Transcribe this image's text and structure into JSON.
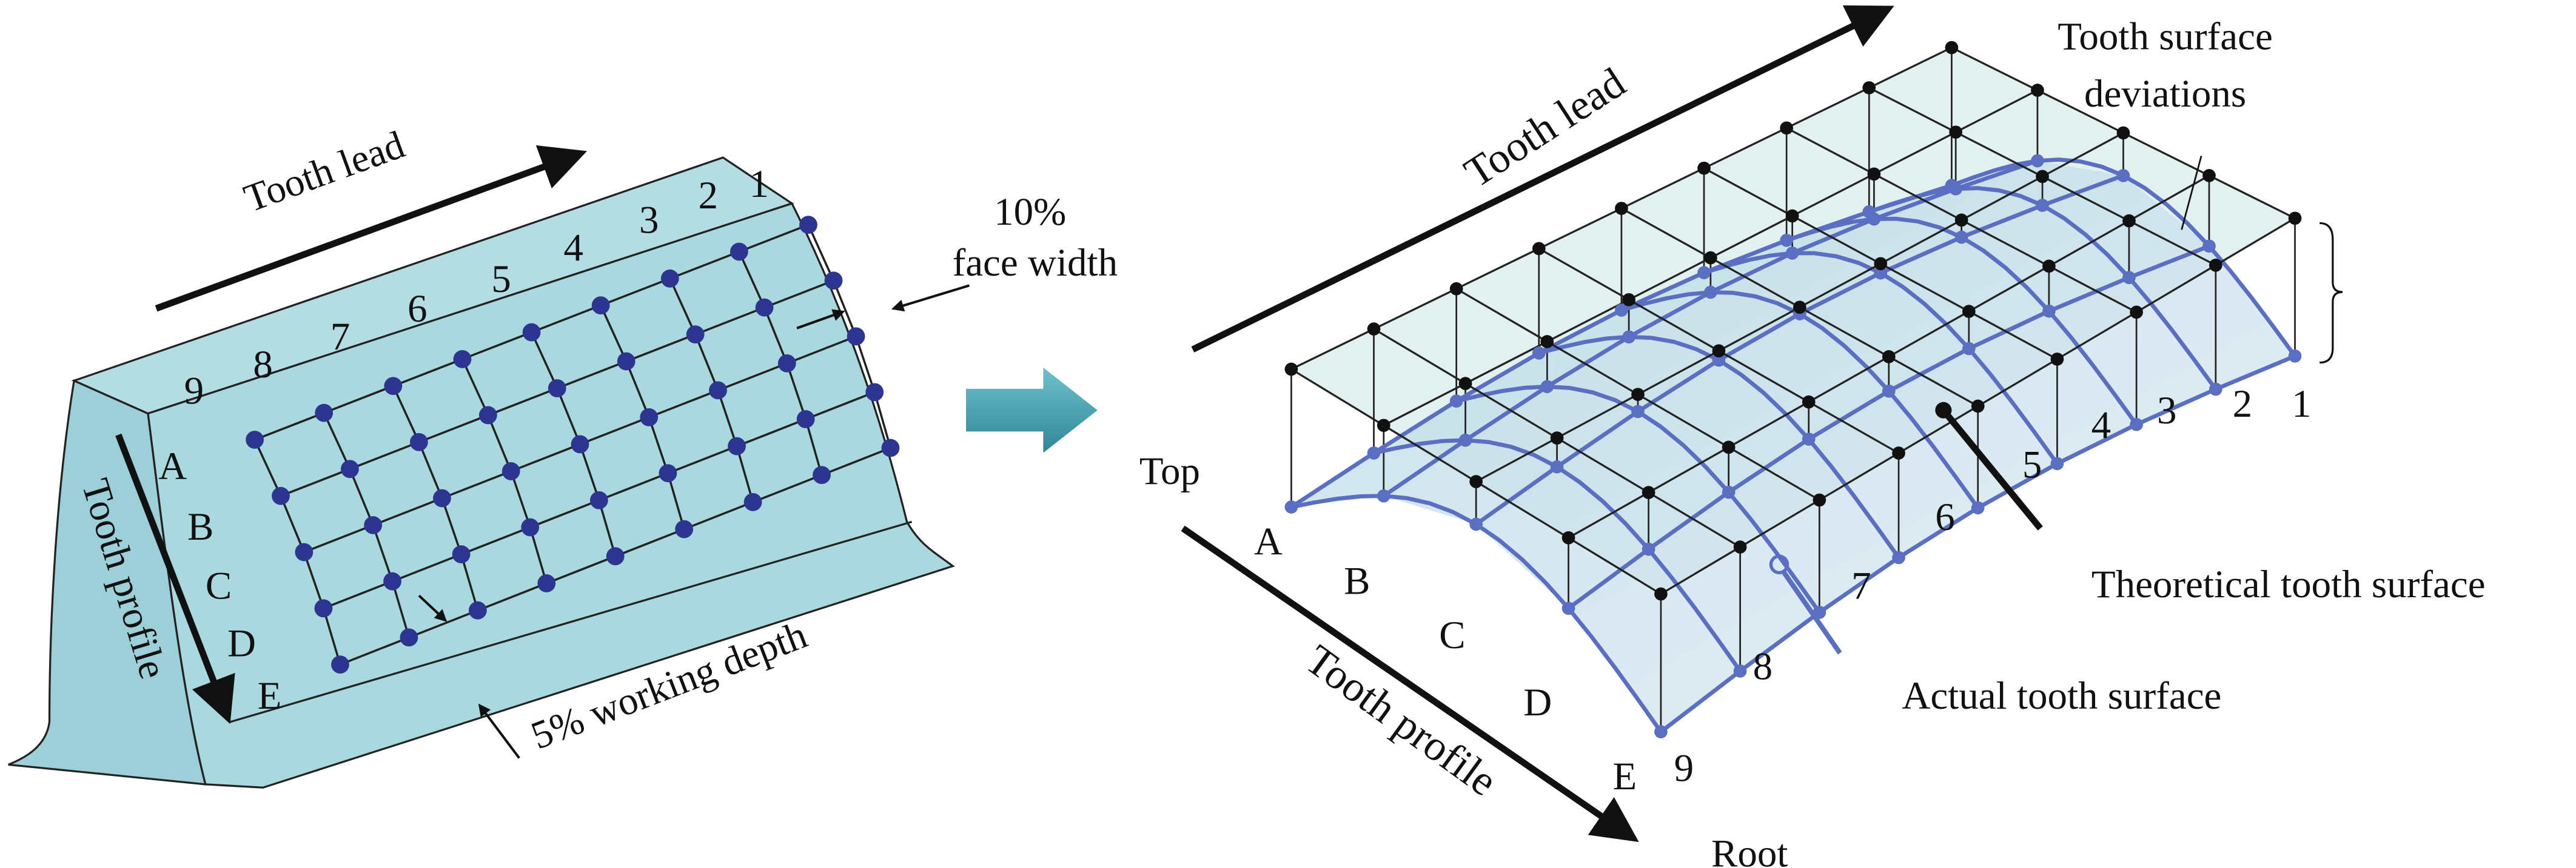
{
  "left": {
    "tooth_lead": "Tooth lead",
    "tooth_profile": "Tooth profile",
    "face_width_pct": "10%",
    "face_width": "face width",
    "working_depth": "5% working depth",
    "lead_numbers": [
      "9",
      "8",
      "7",
      "6",
      "5",
      "4",
      "3",
      "2",
      "1"
    ],
    "profile_letters": [
      "A",
      "B",
      "C",
      "D",
      "E"
    ]
  },
  "right": {
    "tooth_lead": "Tooth lead",
    "tooth_profile": "Tooth profile",
    "top": "Top",
    "root": "Root",
    "deviations_line1": "Tooth surface",
    "deviations_line2": "deviations",
    "theoretical": "Theoretical tooth surface",
    "actual": "Actual tooth surface",
    "lead_numbers": [
      "9",
      "8",
      "7",
      "6",
      "5",
      "4",
      "3",
      "2",
      "1"
    ],
    "profile_letters": [
      "A",
      "B",
      "C",
      "D",
      "E"
    ]
  },
  "colors": {
    "tooth_fill": "#a9d8df",
    "tooth_side": "#9ccfd8",
    "dot_left": "#2e3590",
    "actual_surface": "#5b6fc2",
    "theoretical_fill": "#d6ebe9",
    "arrow_teal": "#3f9aa8"
  }
}
